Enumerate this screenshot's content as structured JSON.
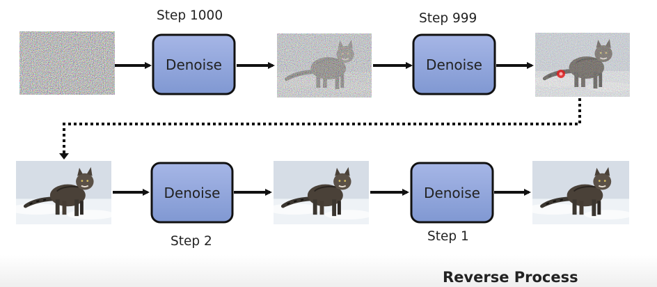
{
  "steps": {
    "s1000": "Step 1000",
    "s999": "Step 999",
    "s2": "Step 2",
    "s1": "Step 1"
  },
  "boxes": {
    "b1": "Denoise",
    "b2": "Denoise",
    "b3": "Denoise",
    "b4": "Denoise"
  },
  "footer_title": "Reverse Process",
  "colors": {
    "box_fill_top": "#a6b6e6",
    "box_fill_bottom": "#8098d2",
    "box_stroke": "#111111",
    "arrow": "#111111",
    "highlight_dot": "#e02020"
  }
}
